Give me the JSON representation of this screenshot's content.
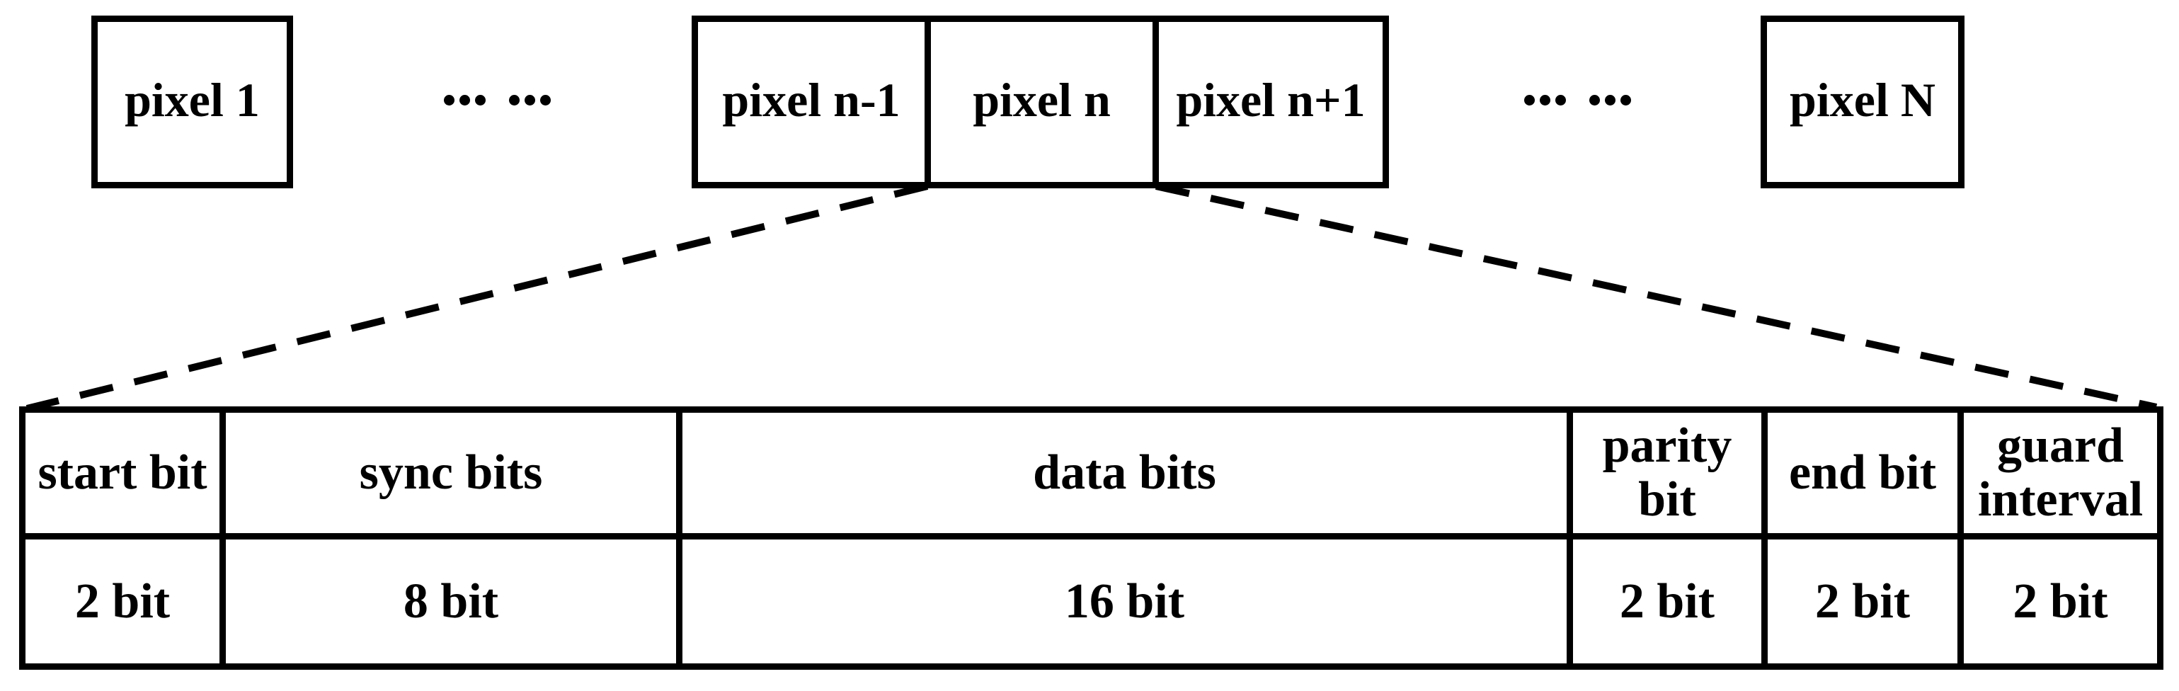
{
  "figure": {
    "colors": {
      "ink": "#000000",
      "background": "#ffffff"
    },
    "pixel_sequence": {
      "pixel_1": "pixel 1",
      "ellipsis_left": "… …",
      "pixel_n_minus_1": "pixel n-1",
      "pixel_n": "pixel n",
      "pixel_n_plus_1": "pixel n+1",
      "ellipsis_right": "… …",
      "pixel_N": "pixel N"
    },
    "packet_table": {
      "columns": [
        {
          "field": "start bit",
          "length": "2 bit"
        },
        {
          "field": "sync bits",
          "length": "8 bit"
        },
        {
          "field": "data bits",
          "length": "16 bit"
        },
        {
          "field": "parity bit",
          "length": "2 bit"
        },
        {
          "field": "end bit",
          "length": "2 bit"
        },
        {
          "field": "guard interval",
          "length": "2 bit"
        }
      ]
    }
  }
}
